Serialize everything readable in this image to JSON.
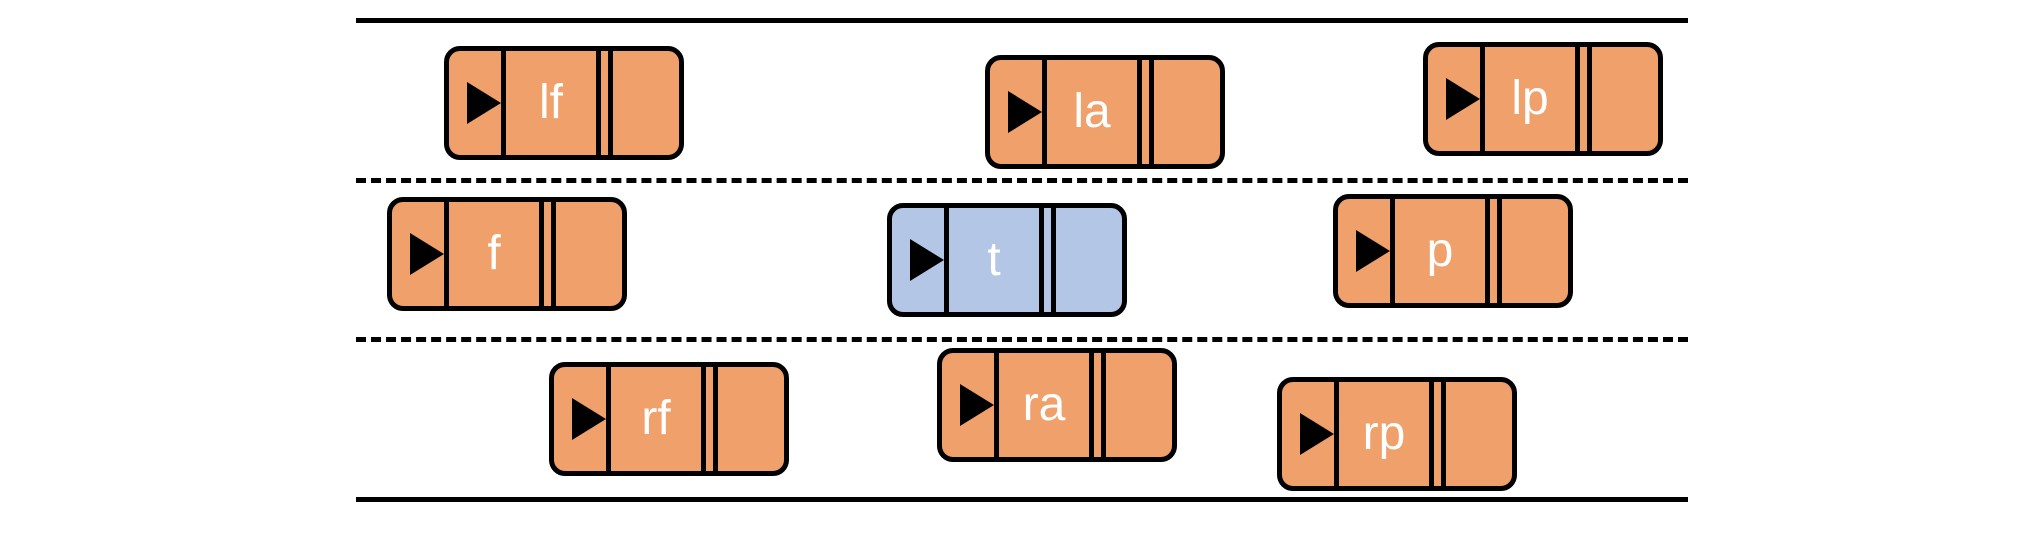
{
  "colors": {
    "other_vehicle": "#f0a06b",
    "target_vehicle": "#b3c6e6",
    "outline": "#000000"
  },
  "vehicles": {
    "lf": "lf",
    "la": "la",
    "lp": "lp",
    "f": "f",
    "t": "t",
    "p": "p",
    "rf": "rf",
    "ra": "ra",
    "rp": "rp"
  }
}
